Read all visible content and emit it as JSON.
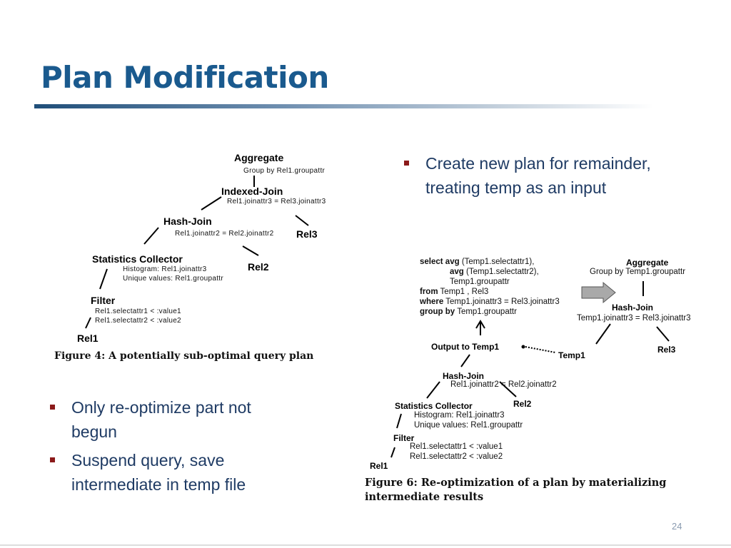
{
  "slide": {
    "title": "Plan Modification",
    "page_number": "24"
  },
  "bullets_left": [
    {
      "line1": "Only re-optimize part not",
      "line2": "begun"
    },
    {
      "line1": "Suspend query, save",
      "line2": "intermediate in temp file"
    }
  ],
  "bullets_right": [
    {
      "line1": "Create new plan for remainder,",
      "line2": "treating temp as an input"
    }
  ],
  "figure4": {
    "aggregate": "Aggregate",
    "aggregate_sub": "Group by Rel1.groupattr",
    "indexed_join": "Indexed-Join",
    "indexed_join_sub": "Rel1.joinattr3 = Rel3.joinattr3",
    "hash_join": "Hash-Join",
    "hash_join_sub": "Rel1.joinattr2 = Rel2.joinattr2",
    "rel3": "Rel3",
    "stats": "Statistics Collector",
    "stats_sub1": "Histogram: Rel1.joinattr3",
    "stats_sub2": "Unique values: Rel1.groupattr",
    "rel2": "Rel2",
    "filter": "Filter",
    "filter_sub1": "Rel1.selectattr1 < :value1",
    "filter_sub2": "Rel1.selectattr2 < :value2",
    "rel1": "Rel1",
    "caption": "Figure 4:  A potentially sub-optimal query plan"
  },
  "figure6": {
    "sql": [
      {
        "kw": "select  avg",
        "rest": " (Temp1.selectattr1),"
      },
      {
        "kw": "avg",
        "rest": " (Temp1.selectattr2),"
      },
      {
        "kw": "",
        "rest": "Temp1.groupattr"
      },
      {
        "kw": "from",
        "rest": " Temp1 , Rel3"
      },
      {
        "kw": "where",
        "rest": " Temp1.joinattr3 = Rel3.joinattr3"
      },
      {
        "kw": "group by",
        "rest": " Temp1.groupattr"
      }
    ],
    "aggregate": "Aggregate",
    "aggregate_sub": "Group by Temp1.groupattr",
    "hash_join_top": "Hash-Join",
    "hash_join_top_sub": "Temp1.joinattr3 = Rel3.joinattr3",
    "rel3": "Rel3",
    "output": "Output to Temp1",
    "temp1": "Temp1",
    "hash_join": "Hash-Join",
    "hash_join_sub": "Rel1.joinattr2 = Rel2.joinattr2",
    "stats": "Statistics Collector",
    "rel2": "Rel2",
    "stats_sub1": "Histogram: Rel1.joinattr3",
    "stats_sub2": "Unique values: Rel1.groupattr",
    "filter": "Filter",
    "filter_sub1": "Rel1.selectattr1 < :value1",
    "filter_sub2": "Rel1.selectattr2 < :value2",
    "rel1": "Rel1",
    "caption1": "Figure 6:  Re-optimization of a plan by materializing",
    "caption2": "intermediate results"
  }
}
